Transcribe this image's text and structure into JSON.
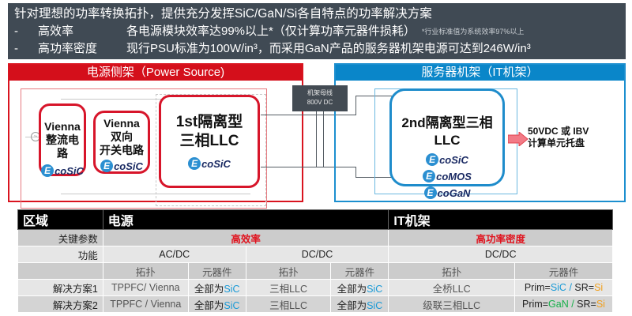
{
  "banner": {
    "headline": "针对理想的功率转换拓扑，提供充分发挥SiC/GaN/Si各自特点的功率解决方案",
    "points": [
      {
        "dash": "-",
        "label": "高效率",
        "text": "各电源模块效率达99%以上*（仅计算功率元器件损耗）",
        "note": "*行业标准值为系统效率97%以上"
      },
      {
        "dash": "-",
        "label": "高功率密度",
        "text": "现行PSU标准为100W/in³，而采用GaN产品的服务器机架电源可达到246W/in³",
        "note": ""
      }
    ]
  },
  "power_source": {
    "title": "电源侧架（Power Source)",
    "blocks": [
      {
        "lines": [
          "Vienna",
          "整流电路"
        ],
        "logo": "coSiC"
      },
      {
        "lines": [
          "Vienna",
          "双向",
          "开关电路"
        ],
        "logo": "coSiC"
      },
      {
        "lines": [
          "1st隔离型",
          "三相LLC"
        ],
        "logo": "coSiC"
      }
    ]
  },
  "bus": {
    "line1": "机架母线",
    "line2": "800V DC"
  },
  "it_rack": {
    "title": "服务器机架（IT机架）",
    "block": {
      "title": "2nd隔离型三相LLC",
      "logos": [
        "coSiC",
        "coMOS",
        "coGaN"
      ]
    },
    "output": {
      "line1": "50VDC 或 IBV",
      "line2": "计算单元托盘"
    }
  },
  "logo_letter": "E",
  "colors": {
    "red": "#d40f1b",
    "blue": "#0a86c9",
    "banner": "#404a54",
    "sic": "#1a9ad6",
    "gan": "#17b04a",
    "si": "#f0a020"
  },
  "table": {
    "header": {
      "c0": "区域",
      "c1": "电源",
      "c2": "IT机架"
    },
    "key_params": {
      "label": "关键参数",
      "ps": "高效率",
      "it": "高功率密度"
    },
    "function": {
      "label": "功能",
      "acdc": "AC/DC",
      "dcdc1": "DC/DC",
      "dcdc2": "DC/DC"
    },
    "subheader": {
      "topo": "拓扑",
      "parts": "元器件"
    },
    "solutions": [
      {
        "label": "解决方案1",
        "acdc_topo": "TPPFC/ Vienna",
        "acdc_parts_prefix": "全部为",
        "acdc_parts_mat": "SiC",
        "dcdc_topo": "三相LLC",
        "dcdc_parts_prefix": "全部为",
        "dcdc_parts_mat": "SiC",
        "it_topo": "全桥LLC",
        "it_prim_label": "Prim=",
        "it_prim": "SiC",
        "it_sep": " / ",
        "it_sr_label": "SR=",
        "it_sr": "Si"
      },
      {
        "label": "解决方案2",
        "acdc_topo": "TPPFC / Vienna",
        "acdc_parts_prefix": "全部为",
        "acdc_parts_mat": "SiC",
        "dcdc_topo": "三相LLC",
        "dcdc_parts_prefix": "全部为",
        "dcdc_parts_mat": "SiC",
        "it_topo": "级联三相LLC",
        "it_prim_label": "Prim=",
        "it_prim": "GaN",
        "it_sep": " / ",
        "it_sr_label": "SR=",
        "it_sr": "Si"
      }
    ]
  }
}
